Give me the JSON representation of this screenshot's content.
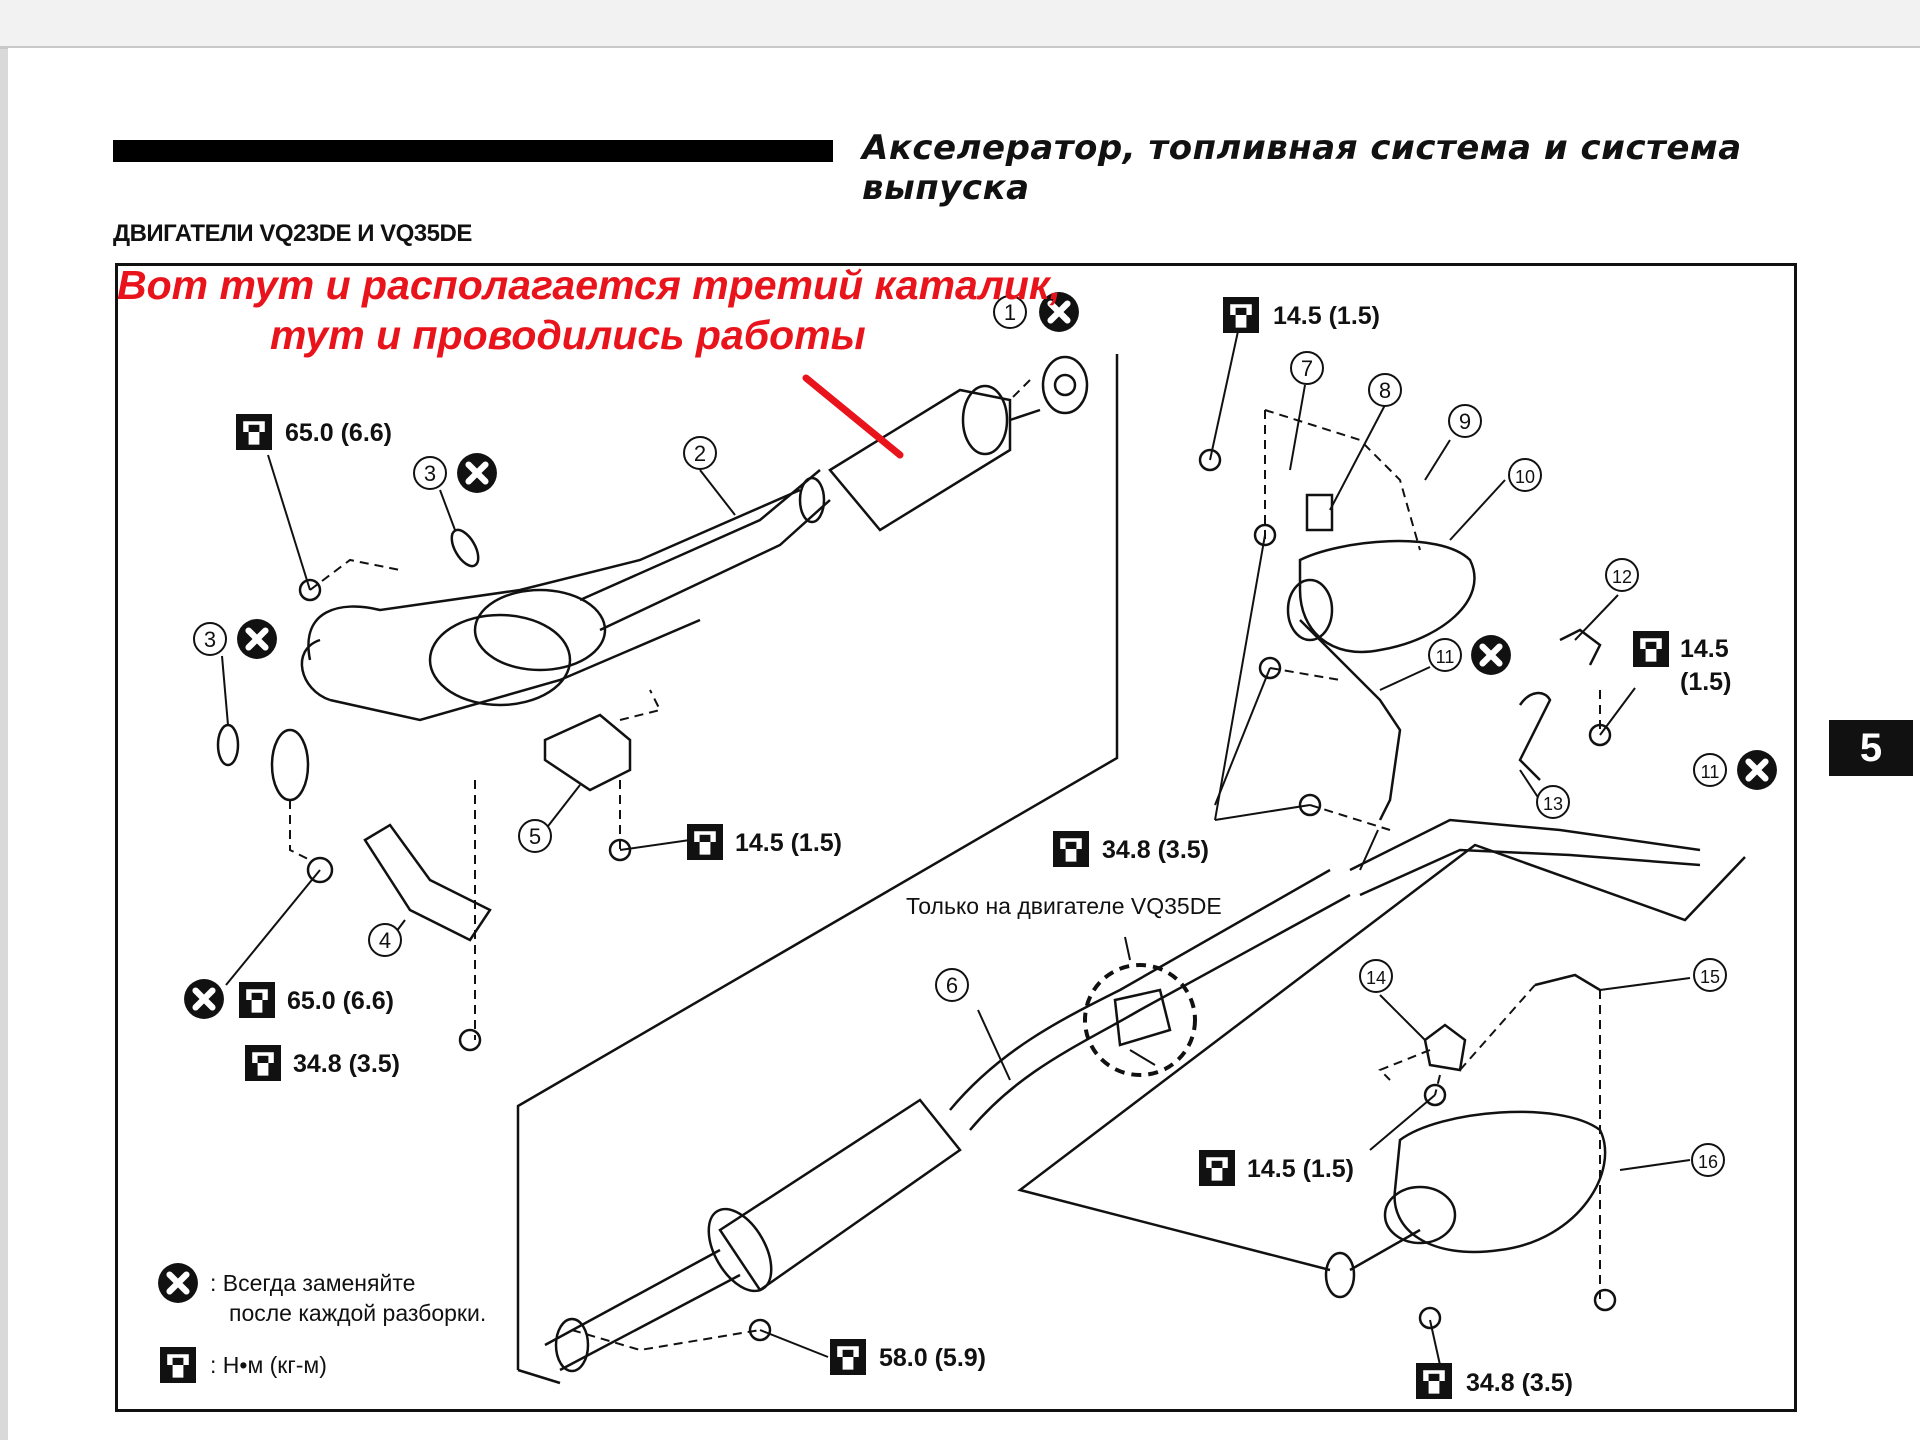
{
  "header": {
    "title": "Акселератор, топливная система и система выпуска",
    "section": "ДВИГАТЕЛИ VQ23DE И VQ35DE",
    "page_tab": "5"
  },
  "annotation": {
    "line1": "Вот тут и располагается третий каталик,",
    "line2": "тут и проводились работы",
    "color": "#e8131b"
  },
  "callouts": [
    "1",
    "2",
    "3",
    "3",
    "4",
    "5",
    "6",
    "7",
    "8",
    "9",
    "10",
    "11",
    "11",
    "12",
    "13",
    "14",
    "15",
    "16"
  ],
  "torque_labels": {
    "t_65_top": "65.0 (6.6)",
    "t_65_bottom": "65.0 (6.6)",
    "t_34_left": "34.8 (3.5)",
    "t_145_center": "14.5 (1.5)",
    "t_145_top_right": "14.5 (1.5)",
    "t_145_right_a": "14.5",
    "t_145_right_b": "(1.5)",
    "t_348_center": "34.8 (3.5)",
    "t_145_lower": "14.5 (1.5)",
    "t_580": "58.0 (5.9)",
    "t_348_bottom": "34.8 (3.5)"
  },
  "vq35_note": "Только на двигателе VQ35DE",
  "legend": {
    "replace_line1": "Всегда заменяйте",
    "replace_line2": "после каждой разборки.",
    "unit": "Н•м  (кг-м)"
  },
  "icons": [
    "replace-always-icon",
    "torque-wrench-icon"
  ]
}
